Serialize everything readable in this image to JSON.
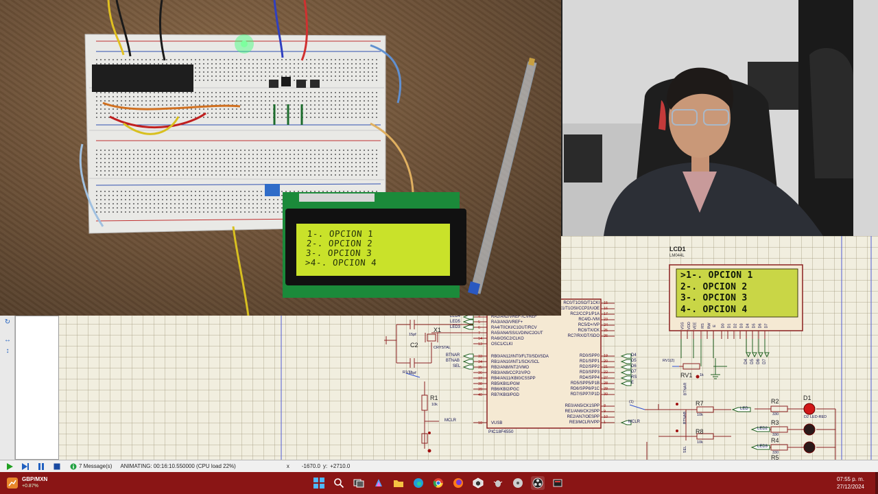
{
  "photo_lcd": {
    "lines": [
      "1-. OPCION 1",
      "2-. OPCION 2",
      "3-. OPCION 3",
      ">4-. OPCION 4"
    ]
  },
  "schematic": {
    "lcd_component": {
      "ref": "LCD1",
      "model": "LM044L",
      "lines": [
        ">1-. OPCION 1",
        "2-. OPCION 2",
        "3-. OPCION 3",
        "4-. OPCION 4"
      ],
      "pins": [
        "VSS",
        "VDD",
        "VEE",
        "RS",
        "RW",
        "E",
        "D0",
        "D1",
        "D2",
        "D3",
        "D4",
        "D5",
        "D6",
        "D7"
      ]
    },
    "mcu": {
      "part": "PIC18F4550",
      "left_pins": [
        "RA2/AN2/VREF-/CVREF",
        "RA3/AN3/VREF+",
        "RA4/T0CKI/C1OUT/RCV",
        "RA5/AN4/SS/LVDIN/C2OUT",
        "RA6/OSC2/CLKO",
        "OSC1/CLKI",
        "RB0/AN12/INT0/FLT0/SDI/SDA",
        "RB1/AN10/INT1/SCK/SCL",
        "RB2/AN8/INT2/VMO",
        "RB3/AN9/CCP2/VPO",
        "RB4/AN11/KBI0/CSSPP",
        "RB5/KBI1/PGM",
        "RB6/KBI2/PGC",
        "RB7/KBI3/PGD",
        "VUSB"
      ],
      "right_pins": [
        "RC0/T1OSO/T1CKI",
        "RC1/T1OSI/CCP2/UOE",
        "RC2/CCP1/P1A",
        "RC4/D-/VM",
        "RC5/D+/VP",
        "RC6/TX/CK",
        "RC7/RX/DT/SDO",
        "RD0/SPP0",
        "RD1/SPP1",
        "RD2/SPP2",
        "RD3/SPP3",
        "RD4/SPP4",
        "RD5/SPP5/P1B",
        "RD6/SPP6/P1C",
        "RD7/SPP7/P1D",
        "RE0/AN5/CK1SPP",
        "RE1/AN6/CK2SPP",
        "RE2/AN7/OESPP",
        "RE3/MCLR/VPP"
      ],
      "right_pin_numbers": [
        "15",
        "16",
        "17",
        "23",
        "24",
        "25",
        "26",
        "19",
        "20",
        "21",
        "22",
        "27",
        "28",
        "29",
        "30",
        "8",
        "9",
        "10",
        "1"
      ],
      "left_pin_numbers": [
        "4",
        "5",
        "6",
        "7",
        "14",
        "13",
        "33",
        "34",
        "35",
        "36",
        "37",
        "38",
        "39",
        "40",
        "18"
      ]
    },
    "net_labels": {
      "led4": "LED4",
      "led5": "LED5",
      "led3": "LED3",
      "btnar": "BTNAR",
      "btnab": "BTNAB",
      "sel": "SEL",
      "mclr": "MCLR",
      "mclr2": "MCLR",
      "d4": "D4",
      "d5": "D5",
      "d6": "D6",
      "d7": "D7",
      "rs": "RS",
      "e": "E",
      "led": "LED",
      "led2": "LED2",
      "led3b": "LED3"
    },
    "components": {
      "x1": "X1",
      "crystal": "CRYSTAL",
      "c2": "C2",
      "c_val": "15pf",
      "c_val2": "15pf",
      "r1": "R1",
      "r1_val": "10k",
      "r1_btn": "R1(1)",
      "r7": "R7",
      "r7_val": "10k",
      "r8": "R8",
      "r8_val": "10k",
      "r2": "R2",
      "r2_val": "330",
      "r3": "R3",
      "r3_val": "330",
      "r4": "R4",
      "r4_val": "330",
      "r5": "R5",
      "rv1": "RV1",
      "rv1_pin": "RV1(2)",
      "rv1_val": "1k",
      "d1": "D1",
      "d2": "D2",
      "led_red": "LED-RED",
      "btnar_v": "BTNAR",
      "btnab_v": "BTNAB",
      "sel_v": "SEL",
      "pin1_label": "(1)"
    }
  },
  "status_bar": {
    "messages": "7 Message(s)",
    "animating": "ANIMATING: 00:16:10.550000 (CPU load 22%)",
    "x_label": "x",
    "x_value": "-1670.0",
    "y_label": "y:",
    "y_value": "+2710.0"
  },
  "taskbar": {
    "ticker_symbol": "GBP/MXN",
    "ticker_change": "+0.87%",
    "time": "07:55 p. m.",
    "date": "27/12/2024",
    "pinned": [
      "start-icon",
      "search-icon",
      "task-view-icon",
      "copilot-icon",
      "file-explorer-icon",
      "edge-icon",
      "chrome-icon",
      "firefox-icon",
      "unity-icon",
      "bug-icon",
      "disk-icon",
      "obs-icon",
      "pickit-icon"
    ]
  },
  "colors": {
    "lcd_green": "#c9e22a",
    "schematic_bg": "#f1eedf",
    "taskbar": "#8a1515",
    "wire_red": "#a01010",
    "wire_blue": "#101050"
  }
}
